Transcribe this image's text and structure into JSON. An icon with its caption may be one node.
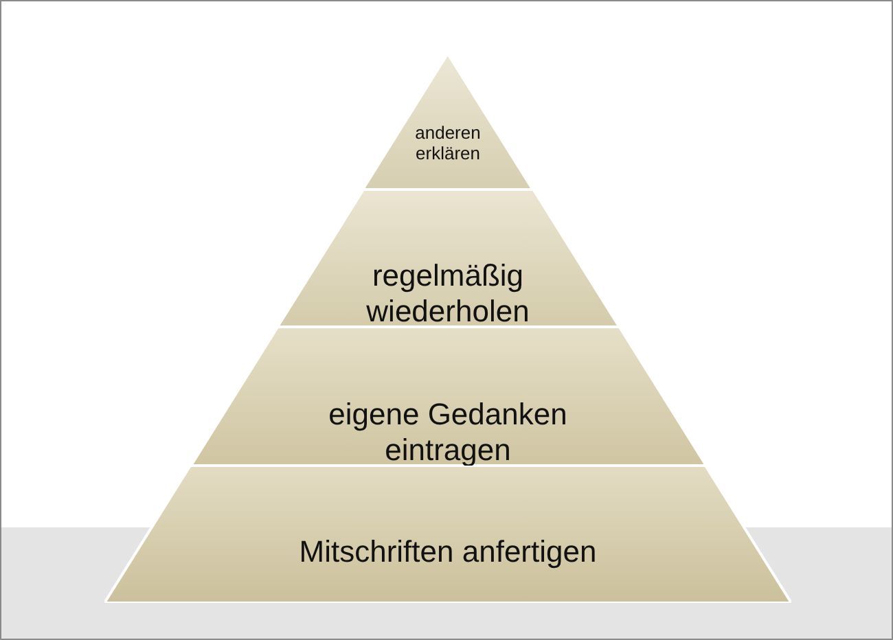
{
  "diagram": {
    "nodes": [
      {
        "text": [
          "anderen erklären"
        ]
      },
      {
        "text": [
          "regelmäßig wiederholen"
        ]
      },
      {
        "text": [
          "eigene Gedanken eintragen"
        ]
      },
      {
        "text": [
          "Mitschriften anfertigen"
        ]
      }
    ]
  }
}
